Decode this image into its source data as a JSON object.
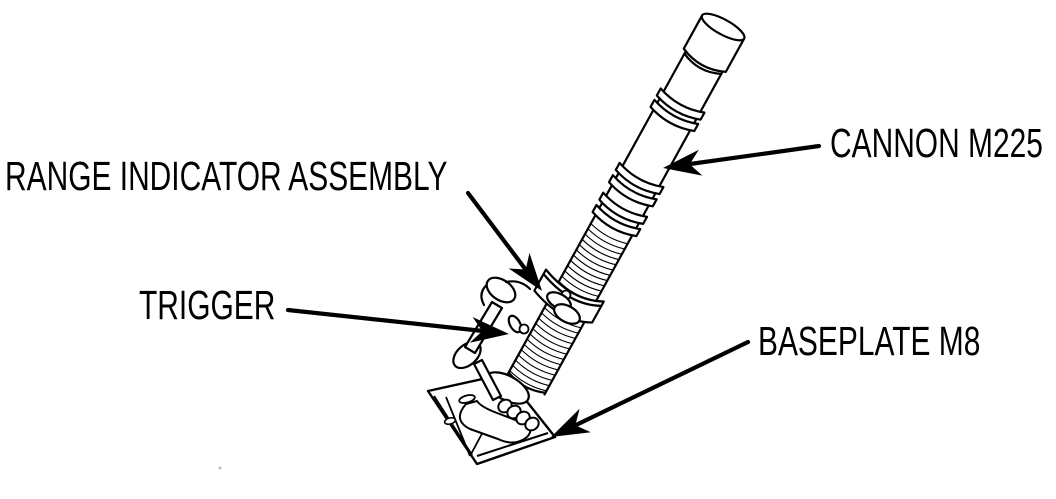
{
  "figure": {
    "type": "technical line diagram",
    "subject": "mortar weapon system side view"
  },
  "labels": {
    "range_indicator_assembly": "RANGE INDICATOR ASSEMBLY",
    "trigger": "TRIGGER",
    "cannon": "CANNON M225",
    "baseplate": "BASEPLATE M8"
  },
  "colors": {
    "line": "#000000",
    "background": "#ffffff",
    "text": "#000000"
  },
  "icons": {
    "callout_arrows": "solid barbed leader arrows pointing from each label to its part"
  }
}
